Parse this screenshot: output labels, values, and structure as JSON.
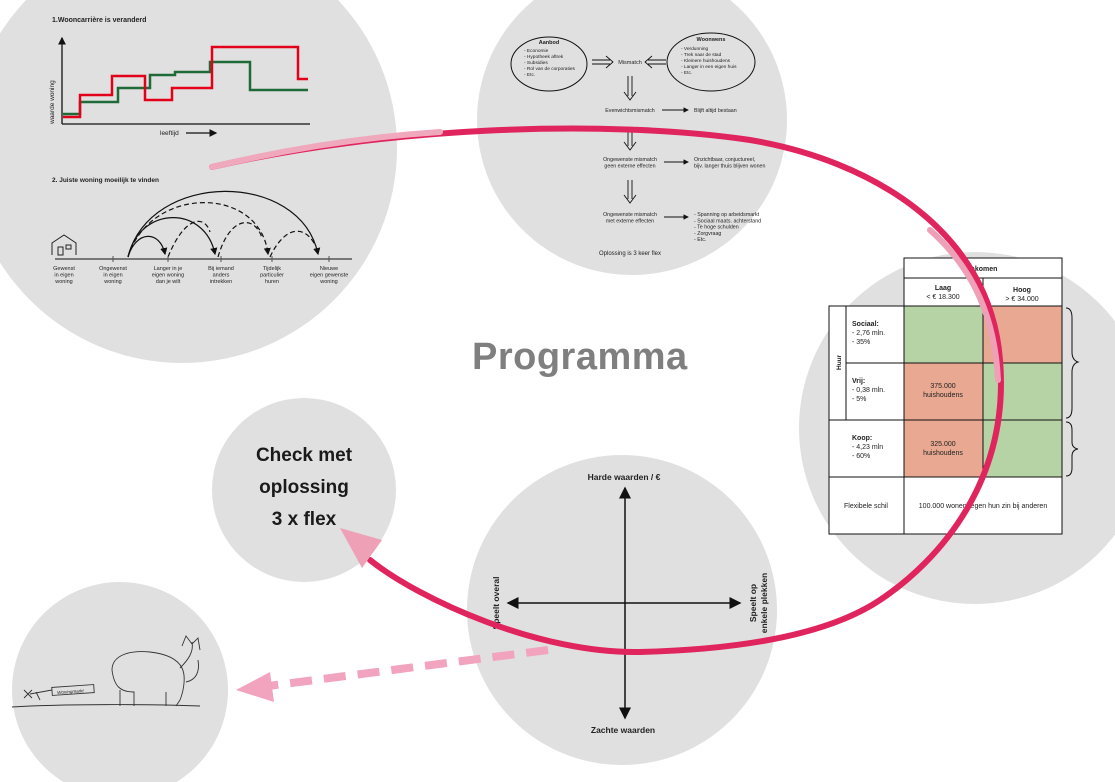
{
  "page_title": "Programma",
  "check_bubble": {
    "line1": "Check met",
    "line2": "oplossing",
    "line3": "3 x flex"
  },
  "career": {
    "title": "1.Wooncarrière is veranderd",
    "y_label": "waarde woning",
    "x_label": "leeftijd"
  },
  "search": {
    "title": "2. Juiste woning moeilijk te vinden",
    "stops": [
      [
        "Gewenst",
        "in eigen",
        "woning"
      ],
      [
        "Ongewenst",
        "in eigen",
        "woning"
      ],
      [
        "Langer in je",
        "eigen woning",
        "dan je wilt"
      ],
      [
        "Bij iemand",
        "anders",
        "intrekken"
      ],
      [
        "Tijdelijk",
        "particulier",
        "huren"
      ],
      [
        "Nieuwe",
        "eigen gewenste",
        "woning"
      ]
    ]
  },
  "flow": {
    "aanbod_title": "Aanbod",
    "aanbod_items": [
      "- Economie",
      "- Hypotheek aftrek",
      "- Subsidies",
      "- Rol van de corporaties",
      "- Etc."
    ],
    "woonwens_title": "Woonwens",
    "woonwens_items": [
      "- Verdunning",
      "- Trek naar de stad",
      "- Kleinere huishoudens",
      "- Langer in een eigen huis",
      "- Etc."
    ],
    "mismatch": "Mismatch",
    "evenwicht": "Evenwichtsmismatch",
    "evenwicht_result": "Blijft altijd bestaan",
    "ongewenst_geen": [
      "Ongewenste mismatch",
      "geen externe effecten"
    ],
    "ongewenst_geen_result": [
      "Onzichtbaar, conjuctureel,",
      "bijv. langer thuis blijven wonen"
    ],
    "ongewenst_met": [
      "Ongewenste mismatch",
      "met externe effecten"
    ],
    "ongewenst_met_result": [
      "- Spanning op arbeidsmarkt",
      "- Sociaal maats. achterstand",
      "- Te hoge schulden",
      "- Zorgvraag",
      "- Etc."
    ],
    "footer": "Oplossing is 3 keer flex"
  },
  "table": {
    "inkomen": "Inkomen",
    "laag": [
      "Laag",
      "< € 18.300"
    ],
    "hoog": [
      "Hoog",
      "> € 34.000"
    ],
    "huur": "Huur",
    "sociaal": [
      "Sociaal:",
      "- 2,76 mln.",
      "- 35%"
    ],
    "vrij": [
      "Vrij:",
      "- 0,38 mln.",
      "- 5%"
    ],
    "koop": [
      "Koop:",
      "- 4,23 mln",
      "- 60%"
    ],
    "vrij_laag": [
      "375.000",
      "huishoudens"
    ],
    "koop_laag": [
      "325.000",
      "huishoudens"
    ],
    "flex_label": "Flexibele schil",
    "flex_value": "100.000 wonen tegen hun zin bij anderen"
  },
  "axes": {
    "top": "Harde waarden / €",
    "bottom": "Zachte waarden",
    "left": "Speelt overal",
    "right": [
      "Speelt op",
      "enkele plekken"
    ]
  },
  "elephant_sign": "Woningmarkt",
  "colors": {
    "bubble": "#e0e0e0",
    "loop": "#e0245e",
    "loop_faded": "#f0a8bd",
    "red_line": "#e3001b",
    "green_line": "#1e6b38",
    "cell_green": "#b6d3a6",
    "cell_red": "#e8a891",
    "title_grey": "#7f7f7f"
  }
}
